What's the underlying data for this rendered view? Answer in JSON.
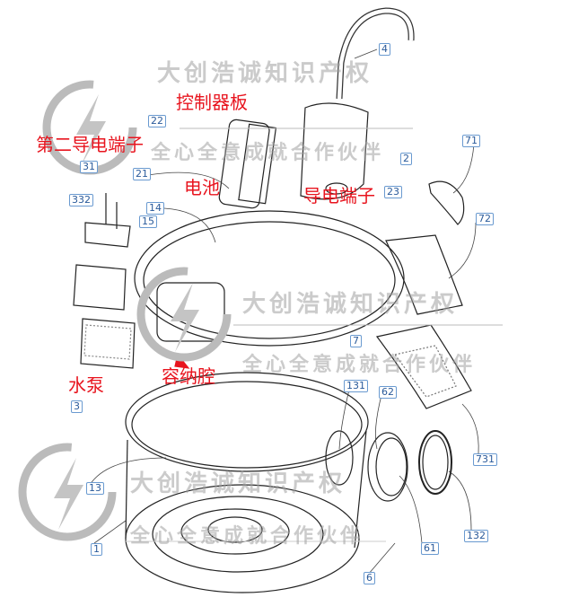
{
  "part_numbers": {
    "n4": "4",
    "n22": "22",
    "n31": "31",
    "n332": "332",
    "n21": "21",
    "n2": "2",
    "n23": "23",
    "n71": "71",
    "n72": "72",
    "n14": "14",
    "n15": "15",
    "n7": "7",
    "n3": "3",
    "n131": "131",
    "n62": "62",
    "n731": "731",
    "n13": "13",
    "n1": "1",
    "n6": "6",
    "n61": "61",
    "n132": "132"
  },
  "annotations": {
    "control_board": "控制器板",
    "second_terminal": "第二导电端子",
    "battery": "电池",
    "terminal": "导电端子",
    "pump": "水泵",
    "cavity": "容纳腔"
  },
  "watermarks": {
    "company": "大创浩诚知识产权",
    "slogan": "全心全意成就合作伙伴"
  },
  "colors": {
    "annotation": "#e8141e",
    "label": "#2a5a9a",
    "line": "#222222",
    "watermark": "#a0a0a0"
  }
}
